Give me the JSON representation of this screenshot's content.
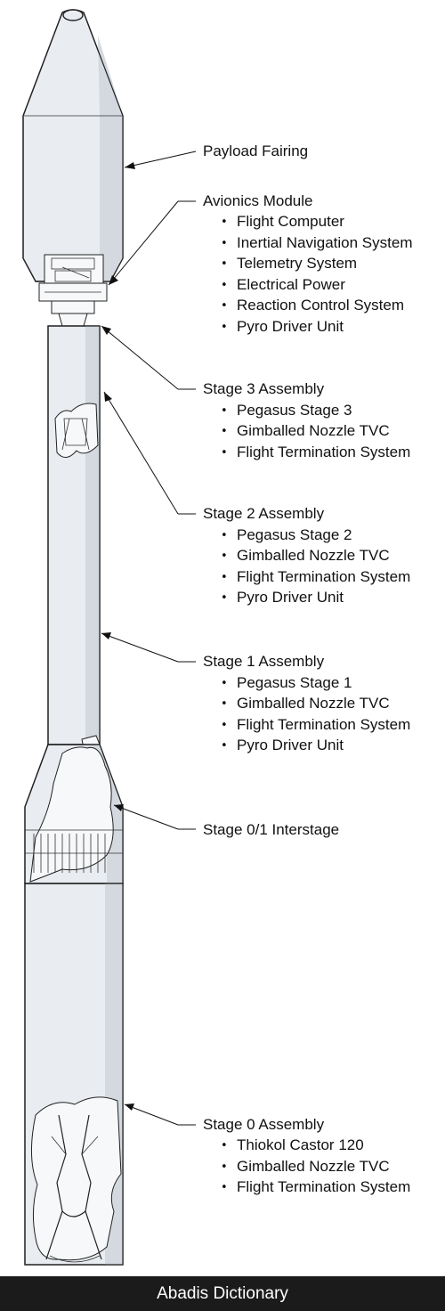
{
  "labels": [
    {
      "title": "Payload Fairing",
      "items": []
    },
    {
      "title": "Avionics Module",
      "items": [
        "Flight Computer",
        "Inertial Navigation System",
        "Telemetry System",
        "Electrical Power",
        "Reaction Control System",
        "Pyro Driver Unit"
      ]
    },
    {
      "title": "Stage 3 Assembly",
      "items": [
        "Pegasus Stage 3",
        "Gimballed Nozzle TVC",
        "Flight Termination System"
      ]
    },
    {
      "title": "Stage 2 Assembly",
      "items": [
        "Pegasus Stage 2",
        "Gimballed Nozzle TVC",
        "Flight Termination System",
        "Pyro Driver Unit"
      ]
    },
    {
      "title": "Stage 1 Assembly",
      "items": [
        "Pegasus Stage 1",
        "Gimballed Nozzle TVC",
        "Flight Termination System",
        "Pyro Driver Unit"
      ]
    },
    {
      "title": "Stage 0/1 Interstage",
      "items": []
    },
    {
      "title": "Stage 0 Assembly",
      "items": [
        "Thiokol Castor 120",
        "Gimballed Nozzle TVC",
        "Flight Termination System"
      ]
    }
  ],
  "footer": {
    "text": "Abadis Dictionary"
  }
}
